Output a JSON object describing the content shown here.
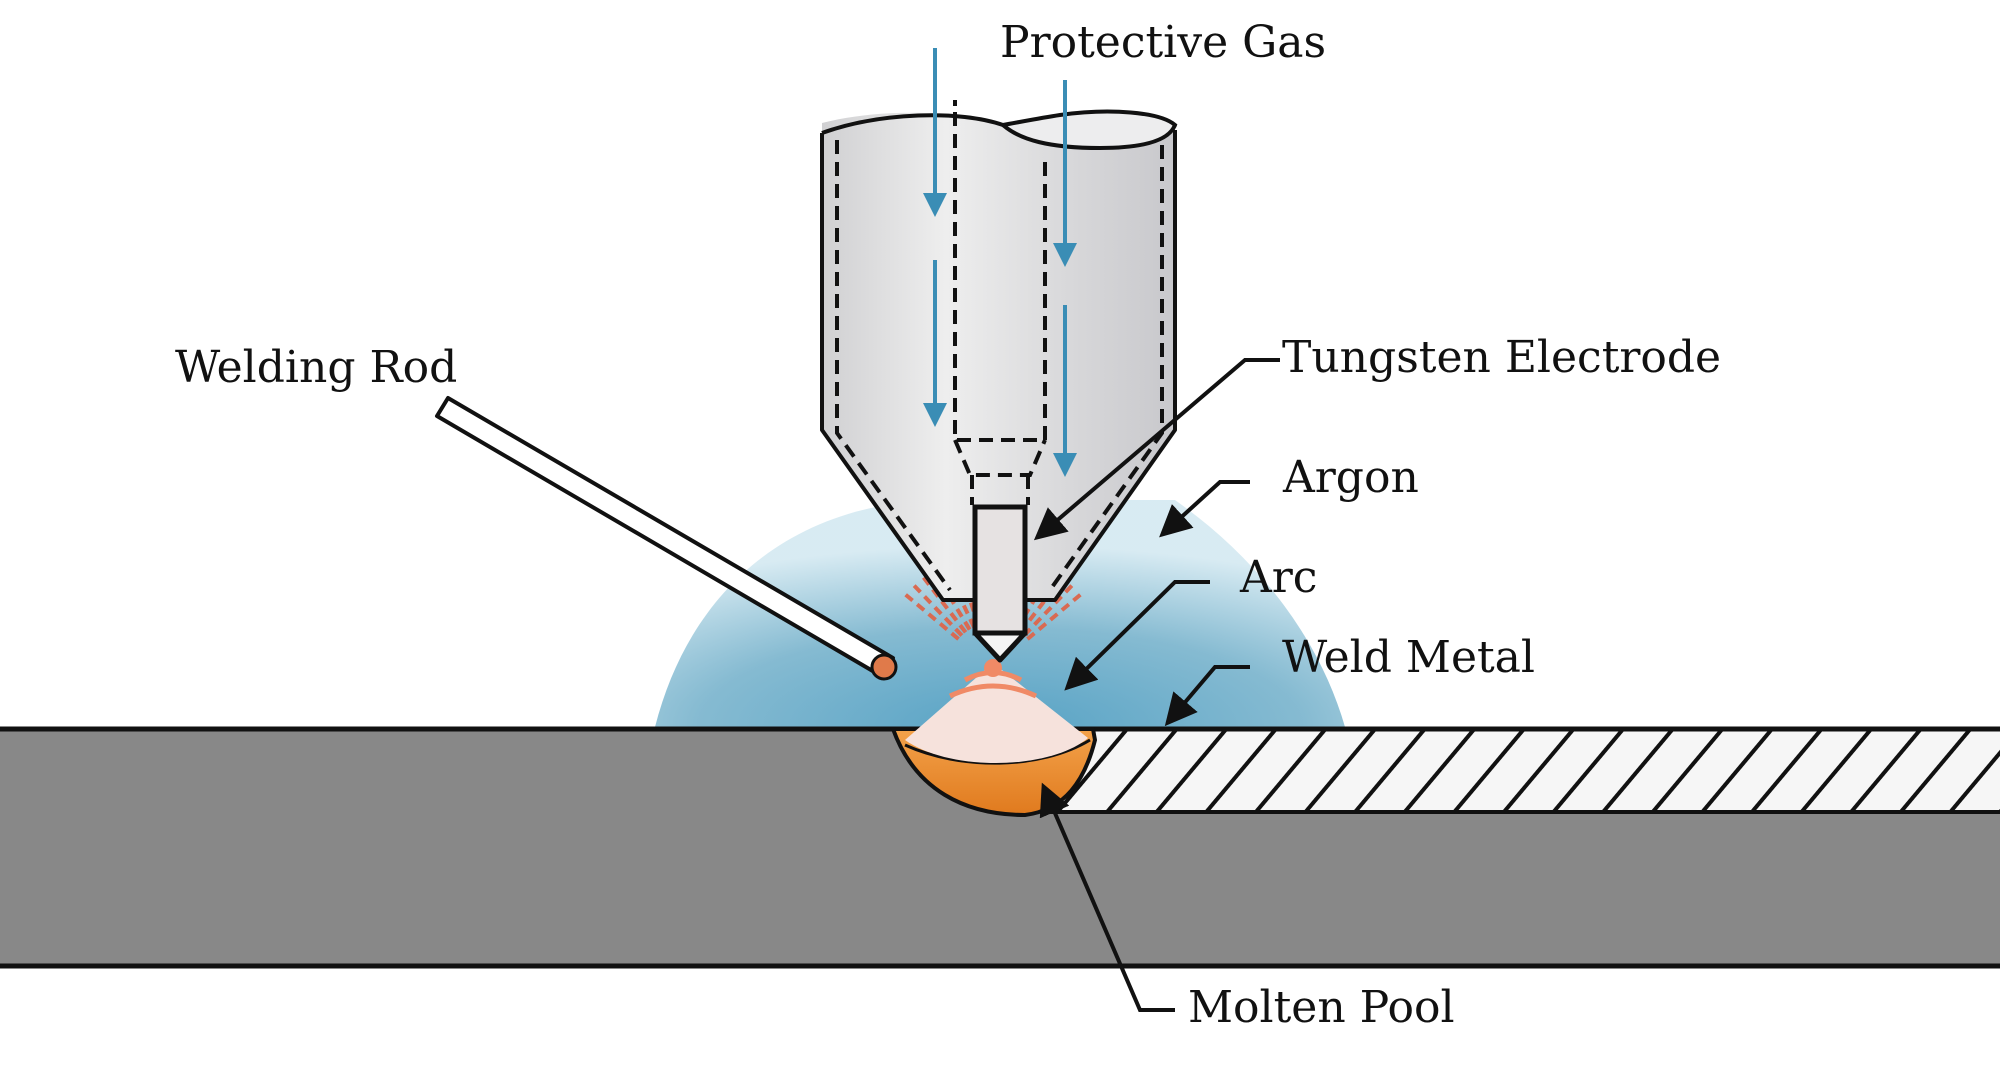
{
  "diagram": {
    "title": "TIG Welding Process",
    "labels": {
      "protective_gas": "Protective Gas",
      "welding_rod": "Welding Rod",
      "tungsten_electrode": "Tungsten Electrode",
      "argon": "Argon",
      "arc": "Arc",
      "weld_metal": "Weld Metal",
      "molten_pool": "Molten Pool"
    },
    "colors": {
      "background": "#ffffff",
      "torch_body": "#dcdcde",
      "gas_arrow": "#3a8db5",
      "argon_shield": "#7fb7cf",
      "base_metal": "#888888",
      "weld_metal_fill": "#f4f4f4",
      "molten_pool": "#e88a2a",
      "arc": "#e8704a",
      "outline": "#111111"
    }
  }
}
